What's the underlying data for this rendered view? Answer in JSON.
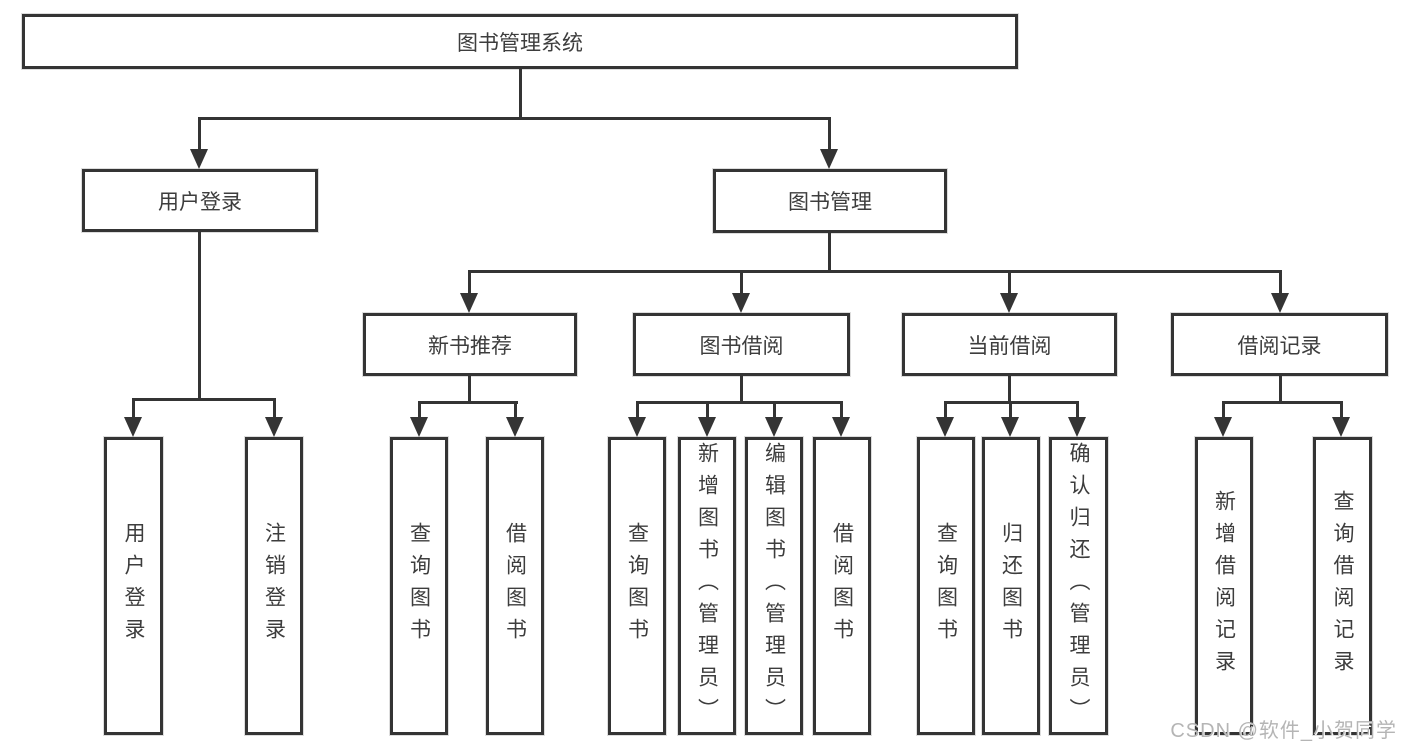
{
  "diagram": {
    "title": "图书管理系统",
    "root": {
      "label": "图书管理系统"
    },
    "level2": [
      {
        "label": "用户登录"
      },
      {
        "label": "图书管理"
      }
    ],
    "level3": [
      {
        "label": "新书推荐"
      },
      {
        "label": "图书借阅"
      },
      {
        "label": "当前借阅"
      },
      {
        "label": "借阅记录"
      }
    ],
    "leaves": {
      "user_login": [
        {
          "label": "用户登录"
        },
        {
          "label": "注销登录"
        }
      ],
      "new_book": [
        {
          "label": "查询图书"
        },
        {
          "label": "借阅图书"
        }
      ],
      "book_borrow": [
        {
          "label": "查询图书"
        },
        {
          "label": "新增图书（管理员）"
        },
        {
          "label": "编辑图书（管理员）"
        },
        {
          "label": "借阅图书"
        }
      ],
      "current_borrow": [
        {
          "label": "查询图书"
        },
        {
          "label": "归还图书"
        },
        {
          "label": "确认归还（管理员）"
        }
      ],
      "borrow_records": [
        {
          "label": "新增借阅记录"
        },
        {
          "label": "查询借阅记录"
        }
      ]
    }
  },
  "watermark": "CSDN @软件_小贺同学",
  "colors": {
    "line": "#343434",
    "text": "#3d3d3d",
    "background": "#ffffff",
    "watermark": "#b5b5b5"
  }
}
